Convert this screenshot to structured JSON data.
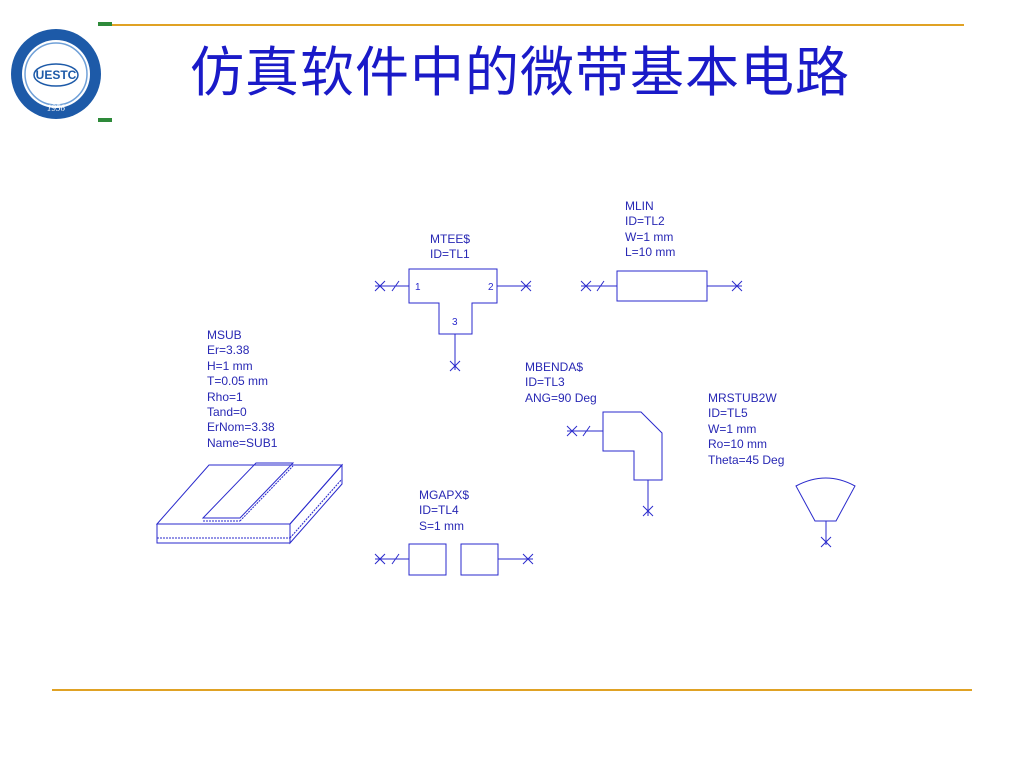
{
  "colors": {
    "accent_rule": "#e0a224",
    "title": "#1a1ac8",
    "schematic": "#2a2acc",
    "label": "#2828b4",
    "logo_ring": "#1d5aa8",
    "logo_green": "#2e8a3a"
  },
  "slide": {
    "title": "仿真软件中的微带基本电路"
  },
  "logo": {
    "emblem": "UESTC",
    "year": "1956",
    "icon": "university-seal-icon"
  },
  "elements": {
    "mtee": {
      "lines": [
        "MTEE$",
        "ID=TL1"
      ],
      "pins": [
        "1",
        "2",
        "3"
      ]
    },
    "mlin": {
      "lines": [
        "MLIN",
        "ID=TL2",
        "W=1 mm",
        "L=10 mm"
      ]
    },
    "msub": {
      "lines": [
        "MSUB",
        "Er=3.38",
        "H=1 mm",
        "T=0.05 mm",
        "Rho=1",
        "Tand=0",
        "ErNom=3.38",
        "Name=SUB1"
      ]
    },
    "mbend": {
      "lines": [
        "MBENDA$",
        "ID=TL3",
        "ANG=90 Deg"
      ]
    },
    "mrstub": {
      "lines": [
        "MRSTUB2W",
        "ID=TL5",
        "W=1 mm",
        "Ro=10 mm",
        "Theta=45 Deg"
      ]
    },
    "mgap": {
      "lines": [
        "MGAPX$",
        "ID=TL4",
        "S=1 mm"
      ]
    }
  }
}
